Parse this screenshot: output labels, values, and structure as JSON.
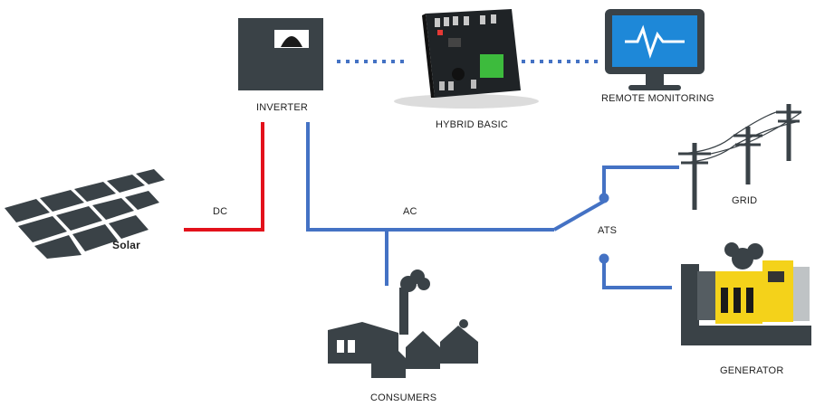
{
  "labels": {
    "inverter": "INVERTER",
    "hybrid_basic": "HYBRID BASIC",
    "remote_monitoring": "REMOTE MONITORING",
    "grid": "GRID",
    "dc": "DC",
    "ac": "AC",
    "ats": "ATS",
    "solar": "Solar",
    "consumers": "CONSUMERS",
    "generator": "GENERATOR"
  },
  "colors": {
    "dc_line": "#e3111b",
    "ac_line": "#4472c4",
    "icon_dark": "#3a4247",
    "monitor_screen": "#1e88d8",
    "generator_yellow": "#f4d21a"
  },
  "icons": [
    "solar-panel-icon",
    "inverter-icon",
    "controller-board-icon",
    "monitor-icon",
    "power-pole-icon",
    "factory-icon",
    "generator-icon"
  ]
}
